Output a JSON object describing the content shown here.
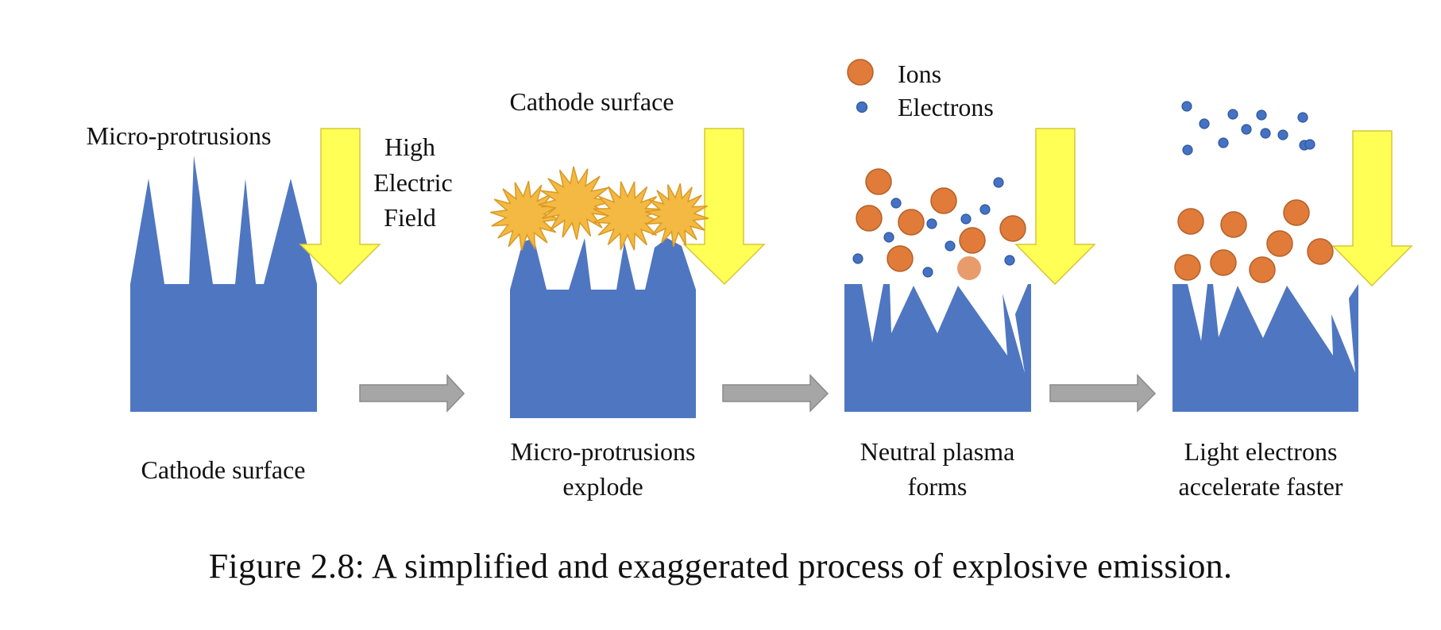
{
  "colors": {
    "cathode": "#4f76c0",
    "field_arrow": "#ffff55",
    "field_arrow_outline": "#d9c53a",
    "ion": "#e07b39",
    "ion_outline": "#b5612a",
    "electron": "#4472c4",
    "electron_outline": "#2f5597",
    "explosion": "#f4b942",
    "explosion_outline": "#d99a25",
    "process_arrow": "#a6a6a6",
    "process_arrow_outline": "#8a8a8a"
  },
  "panel1": {
    "label_protrusions": "Micro-protrusions",
    "label_field": [
      "High",
      "Electric",
      "Field"
    ],
    "caption": "Cathode surface"
  },
  "panel2": {
    "label_top": "Cathode surface",
    "caption": [
      "Micro-protrusions",
      "explode"
    ]
  },
  "panel3": {
    "caption": [
      "Neutral plasma",
      "forms"
    ]
  },
  "panel4": {
    "caption": [
      "Light electrons",
      "accelerate faster"
    ]
  },
  "legend": {
    "ions": "Ions",
    "electrons": "Electrons"
  },
  "figure_caption": "Figure 2.8: A simplified and exaggerated process of explosive emission."
}
